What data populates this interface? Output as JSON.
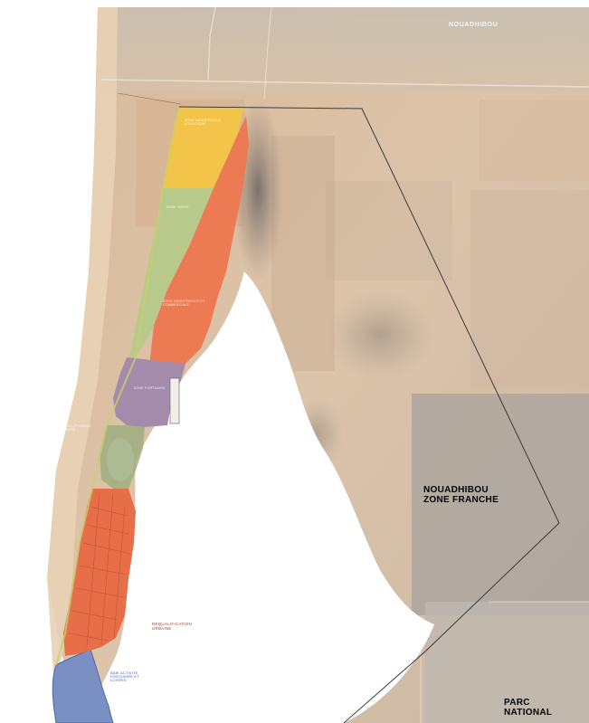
{
  "map": {
    "labels": {
      "top_region": "NOUADHIBOU",
      "free_zone_line1": "NOUADHIBOU",
      "free_zone_line2": "ZONE FRANCHE",
      "park_line1": "PARC",
      "park_line2": "NATIONAL",
      "zone_yellow": "ZONE INDUSTRIELLE LOGISTIQUE",
      "zone_green": "ZONE VERTE",
      "zone_orange": "ZONE INDUSTRIELLE ET COMMERCIALE",
      "zone_purple": "ZONE PORTUAIRE",
      "coast_note": "FRANGE LITTORALE PROTEGEE",
      "urban_note_line1": "REQUALIFICATION",
      "urban_note_line2": "URBAINE",
      "bay_note": "BAIE ACTIVITE PORTUAIRE ET LOISIRS"
    },
    "colors": {
      "zone_yellow": "#f3c44a",
      "zone_green": "#b9c98c",
      "zone_orange": "#ec7a52",
      "zone_purple": "#a48bab",
      "zone_urban": "#e66e48",
      "bay_water": "#7a8fc4",
      "water": "#ffffff",
      "desert": "#dcc3a6",
      "boundary_line": "#3a3a3a"
    }
  }
}
